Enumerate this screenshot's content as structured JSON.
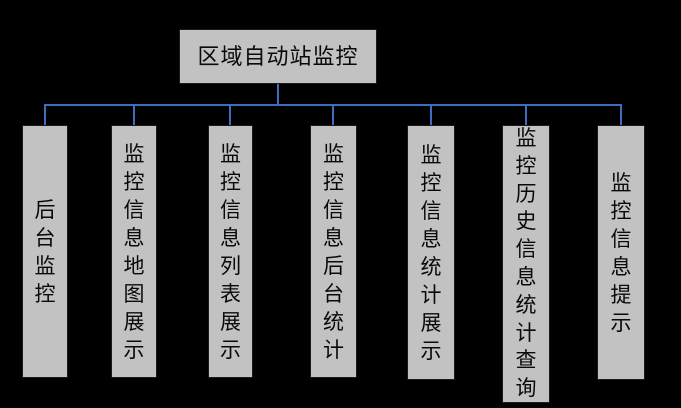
{
  "diagram": {
    "title": "区域自动站监控",
    "root": {
      "label": "区域自动站监控"
    },
    "children": [
      {
        "label": "后台监控"
      },
      {
        "label": "监控信息地图展示"
      },
      {
        "label": "监控信息列表展示"
      },
      {
        "label": "监控信息后台统计"
      },
      {
        "label": "监控信息统计展示"
      },
      {
        "label": "监控历史信息统计查询"
      },
      {
        "label": "监控信息提示"
      }
    ],
    "colors": {
      "background": "#000000",
      "node_fill": "#c2c2c2",
      "node_border": "#1a1a1a",
      "connector": "#3d6cc0",
      "text": "#0a0a0a"
    }
  }
}
